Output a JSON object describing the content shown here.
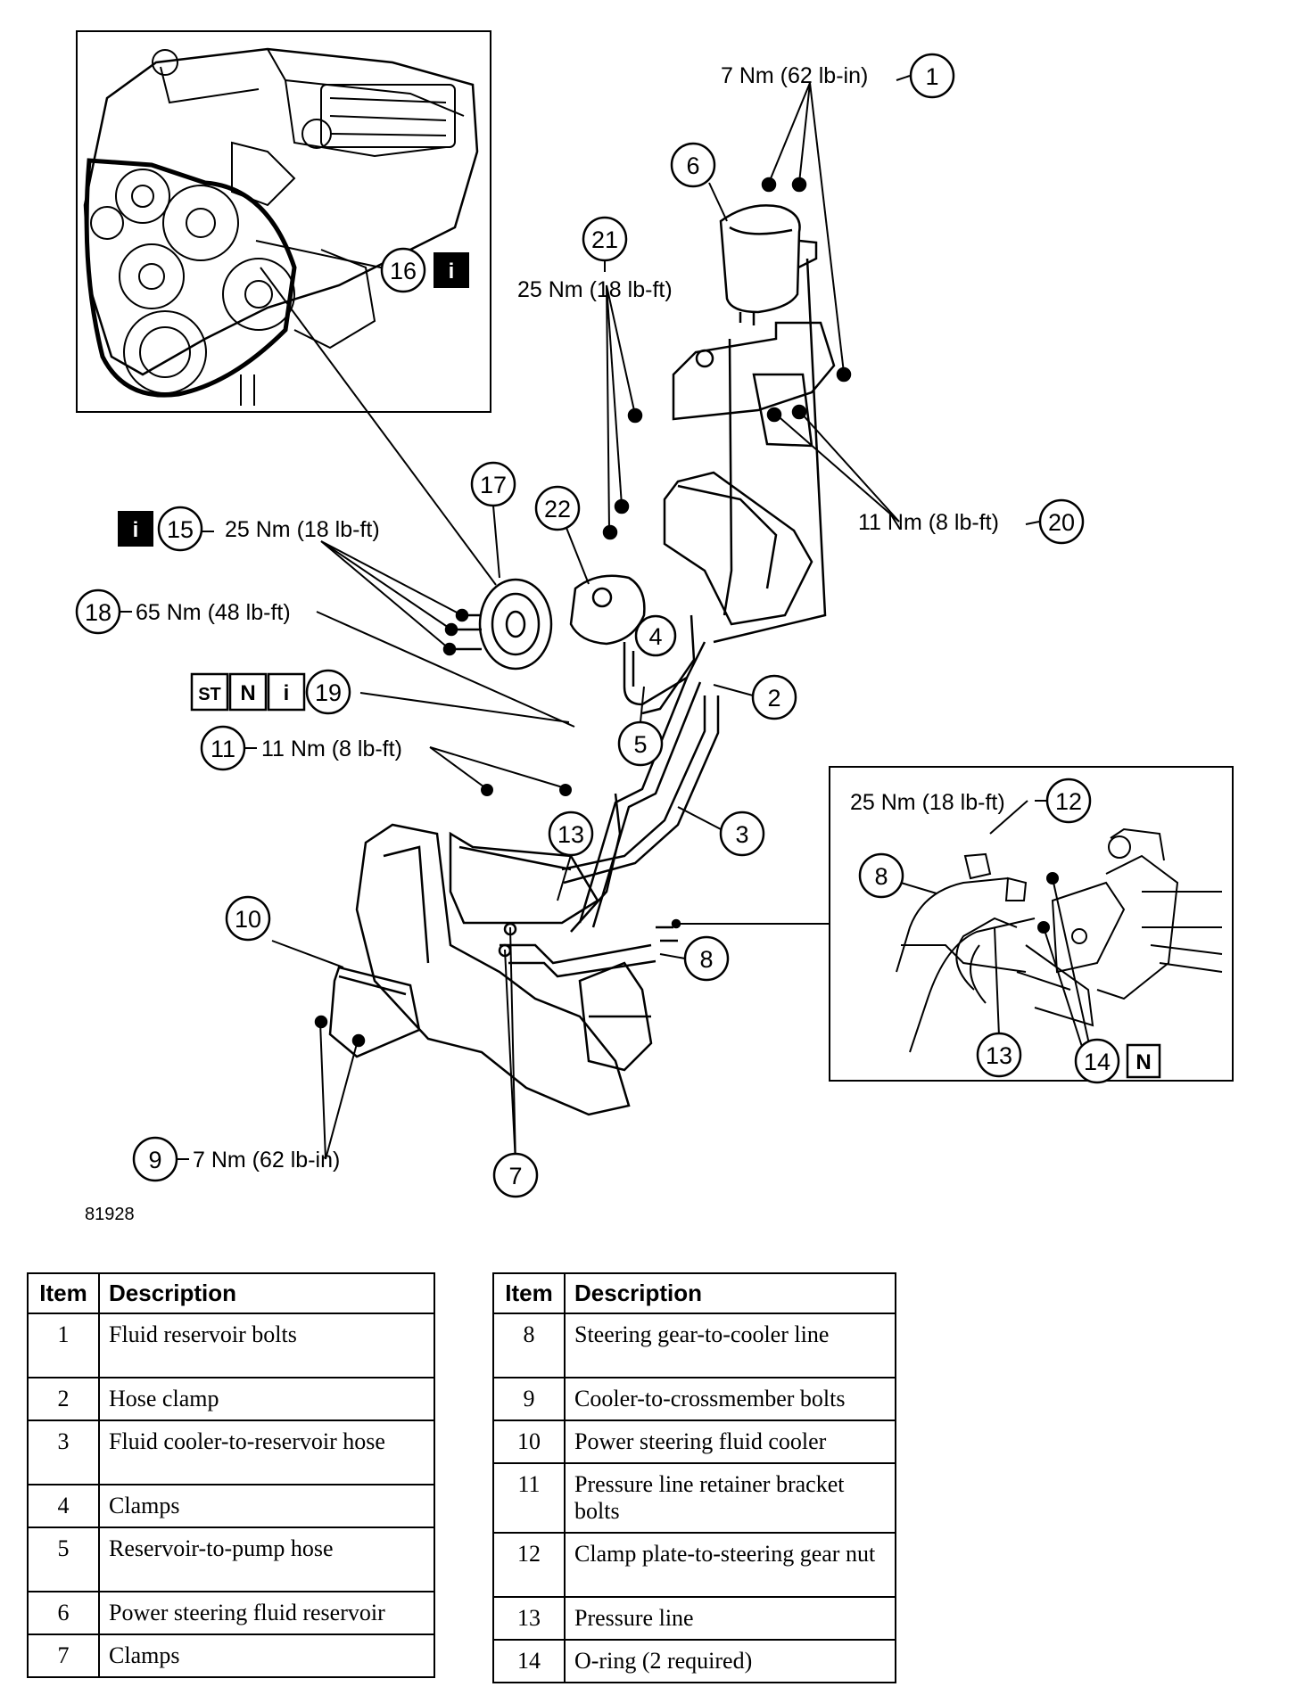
{
  "callouts": [
    {
      "num": "1",
      "torque": "7 Nm (62 lb-in)"
    },
    {
      "num": "2"
    },
    {
      "num": "3"
    },
    {
      "num": "4"
    },
    {
      "num": "5"
    },
    {
      "num": "6"
    },
    {
      "num": "7"
    },
    {
      "num": "8"
    },
    {
      "num": "8b"
    },
    {
      "num": "9",
      "torque": "7 Nm (62 lb-in)"
    },
    {
      "num": "10"
    },
    {
      "num": "11",
      "torque": "11 Nm (8 lb-ft)"
    },
    {
      "num": "12",
      "torque": "25 Nm (18 lb-ft)"
    },
    {
      "num": "13"
    },
    {
      "num": "13b"
    },
    {
      "num": "14",
      "badge": "N"
    },
    {
      "num": "15",
      "torque": "25 Nm (18 lb-ft)",
      "badge": "i"
    },
    {
      "num": "16",
      "badge": "i"
    },
    {
      "num": "17"
    },
    {
      "num": "18",
      "torque": "65 Nm (48 lb-ft)"
    },
    {
      "num": "19",
      "badges": [
        "ST",
        "N",
        "i"
      ]
    },
    {
      "num": "20",
      "torque": "11 Nm (8 lb-ft)"
    },
    {
      "num": "21",
      "torque": "25 Nm (18 lb-ft)"
    },
    {
      "num": "22"
    }
  ],
  "labels": {
    "c1": "1",
    "c2": "2",
    "c3": "3",
    "c4": "4",
    "c5": "5",
    "c6": "6",
    "c7": "7",
    "c8": "8",
    "c8b": "8",
    "c9": "9",
    "c10": "10",
    "c11": "11",
    "c12": "12",
    "c13": "13",
    "c13b": "13",
    "c14": "14",
    "c15": "15",
    "c16": "16",
    "c17": "17",
    "c18": "18",
    "c19": "19",
    "c20": "20",
    "c21": "21",
    "c22": "22",
    "t1": "7 Nm (62 lb-in)",
    "t9": "7 Nm (62 lb-in)",
    "t11": "11 Nm (8 lb-ft)",
    "t12": "25 Nm (18 lb-ft)",
    "t15": "25 Nm (18 lb-ft)",
    "t18": "65 Nm (48 lb-ft)",
    "t20": "11 Nm (8 lb-ft)",
    "t21": "25 Nm (18 lb-ft)",
    "badge_i": "i",
    "badge_n": "N",
    "badge_st": "ST",
    "figure_id": "81928"
  },
  "table_headers": {
    "item": "Item",
    "description": "Description"
  },
  "table_left": [
    {
      "item": "1",
      "description": "Fluid reservoir bolts"
    },
    {
      "item": "2",
      "description": "Hose clamp"
    },
    {
      "item": "3",
      "description": "Fluid cooler-to-reservoir hose"
    },
    {
      "item": "4",
      "description": "Clamps"
    },
    {
      "item": "5",
      "description": "Reservoir-to-pump hose"
    },
    {
      "item": "6",
      "description": "Power steering fluid reservoir"
    },
    {
      "item": "7",
      "description": "Clamps"
    }
  ],
  "table_right": [
    {
      "item": "8",
      "description": "Steering gear-to-cooler line"
    },
    {
      "item": "9",
      "description": "Cooler-to-crossmember bolts"
    },
    {
      "item": "10",
      "description": "Power steering fluid cooler"
    },
    {
      "item": "11",
      "description": "Pressure line retainer bracket bolts"
    },
    {
      "item": "12",
      "description": "Clamp plate-to-steering gear nut"
    },
    {
      "item": "13",
      "description": "Pressure line"
    },
    {
      "item": "14",
      "description": "O-ring (2 required)"
    }
  ]
}
